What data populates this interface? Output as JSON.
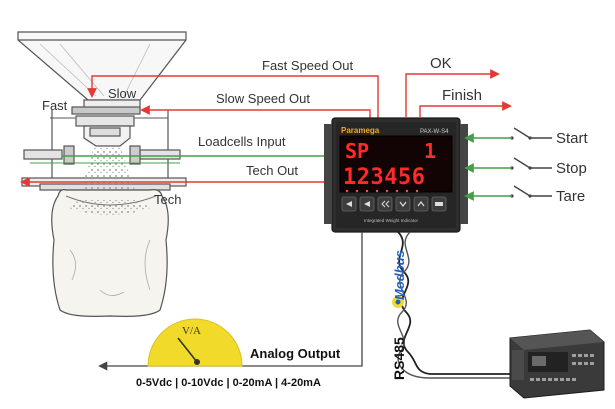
{
  "hopper": {
    "fast_label": "Fast",
    "slow_label": "Slow",
    "tech_label": "Tech"
  },
  "signals": {
    "fast_speed_out": "Fast Speed Out",
    "slow_speed_out": "Slow Speed Out",
    "loadcells_input": "Loadcells Input",
    "tech_out": "Tech Out"
  },
  "outputs": {
    "ok": "OK",
    "finish": "Finish"
  },
  "inputs": {
    "start": "Start",
    "stop": "Stop",
    "tare": "Tare"
  },
  "controller": {
    "brand": "Paramega",
    "model": "PAX-W-S4",
    "line1_left": "SP",
    "line1_right": "1",
    "line2": "123456",
    "tagline": "Integrated Weight Indicator"
  },
  "comms": {
    "protocol_logo": "Modbus",
    "bus": "RS485"
  },
  "analog": {
    "meter_symbol": "V/A",
    "title": "Analog Output",
    "ranges": "0-5Vdc | 0-10Vdc | 0-20mA | 4-20mA"
  },
  "colors": {
    "red_line": "#e53935",
    "green_line": "#43a047",
    "meter_yellow": "#f2da2a",
    "device_body": "#2e2e2e",
    "display_red": "#ff2a2a",
    "modbus_blue": "#1e63c9"
  }
}
